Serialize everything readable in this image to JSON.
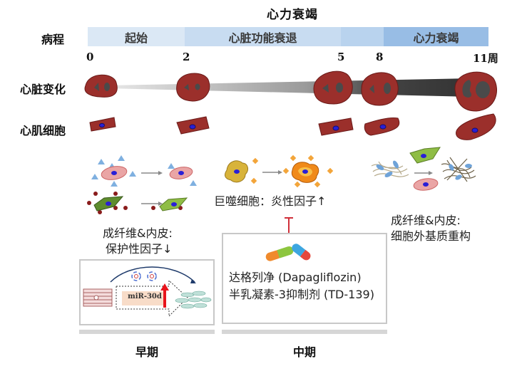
{
  "title": "心力衰竭",
  "rows": {
    "course": "病程",
    "heart_change": "心脏变化",
    "cardiomyocyte": "心肌细胞"
  },
  "stages": [
    {
      "label": "起始",
      "color": "#dbe8f5"
    },
    {
      "label": "心脏功能衰退",
      "color": "#c8dcf1"
    },
    {
      "label": "",
      "color": "#b9d3ee"
    },
    {
      "label": "心力衰竭",
      "color": "#98bde5"
    }
  ],
  "timeline": {
    "ticks": [
      "0",
      "2",
      "5",
      "8",
      "11周"
    ],
    "unit": "周"
  },
  "colors": {
    "heart": "#9b2f2b",
    "chamber": "#4a4a4a",
    "nucleus": "#2a1fd6",
    "inhibit": "#d0303a",
    "up_arrow": "#e8141b"
  },
  "early": {
    "text_line1": "成纤维&内皮:",
    "text_line2": "保护性因子↓",
    "mirna": "miR-30d",
    "period": "早期"
  },
  "mid": {
    "macrophage_text": "巨噬细胞：炎性因子↑",
    "drug1": "达格列净 (Dapagliflozin)",
    "drug2": "半乳凝素-3抑制剂 (TD-139)",
    "period": "中期"
  },
  "late": {
    "text_line1": "成纤维&内皮:",
    "text_line2": "细胞外基质重构"
  }
}
